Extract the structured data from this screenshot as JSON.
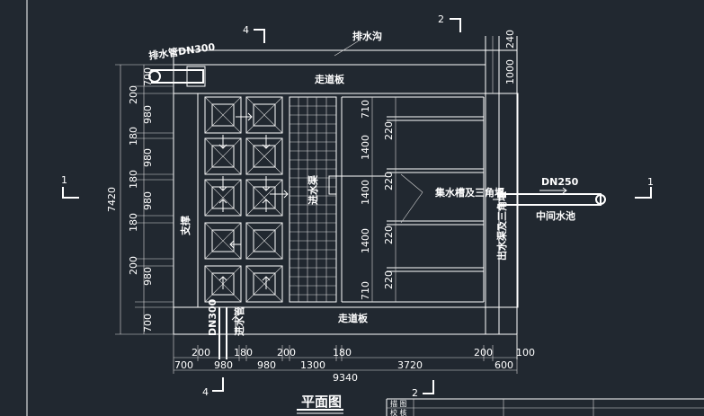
{
  "drawing": {
    "title": "平面图",
    "labels": {
      "drain_pipe": "排水管DN300",
      "drain_channel": "排水沟",
      "walkway_top": "走道板",
      "walkway_bottom": "走道板",
      "support": "支撑",
      "inlet_pipe": "DN300",
      "inlet_label": "进水管",
      "inlet_channel": "进水渠",
      "collect_trough": "集水槽及三角堰",
      "outlet_trough": "出水渠及三角堰",
      "outlet_pipe": "DN250",
      "mid_tank": "中间水池"
    },
    "section_marks": {
      "s1_left": "1",
      "s1_right": "1",
      "s2_top": "2",
      "s2_bottom": "2",
      "s4_top": "4",
      "s4_bottom": "4"
    },
    "dims_left": [
      "200",
      "980",
      "180",
      "980",
      "180",
      "980",
      "180",
      "980",
      "200",
      "700"
    ],
    "dims_left_total": "7420",
    "dims_left_top": "700",
    "dims_right_top": [
      "240",
      "1000"
    ],
    "dims_mid": [
      "710",
      "220",
      "1400",
      "220",
      "1400",
      "220",
      "1400",
      "220",
      "710"
    ],
    "dims_bottom_row1": [
      "200",
      "180",
      "200",
      "180",
      "200",
      "100"
    ],
    "dims_bottom_row2": [
      "700",
      "980",
      "980",
      "1300",
      "3720",
      "600"
    ],
    "dims_bottom_total": "9340",
    "title_block": {
      "row1": "描 图",
      "row2": "校 核"
    }
  }
}
